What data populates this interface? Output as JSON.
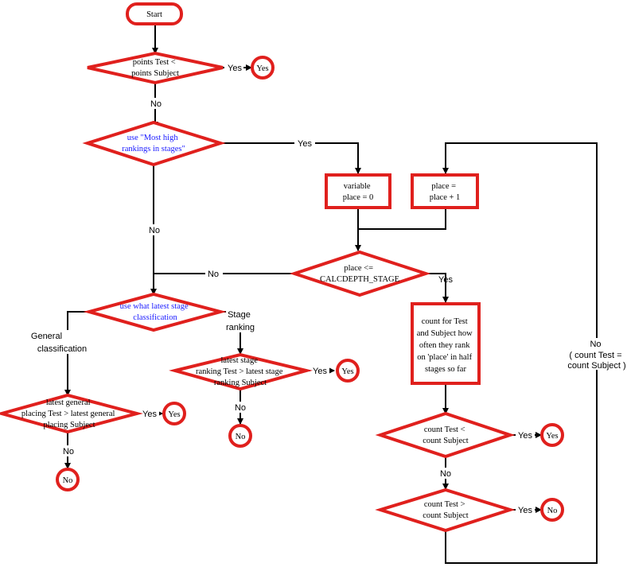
{
  "nodes": {
    "start": "Start",
    "d1_points": [
      "points Test <",
      "points Subject"
    ],
    "t1_yes": "Yes",
    "d2_most_high": [
      "use \"Most high",
      "rankings in stages\""
    ],
    "p_var_place": [
      "variable",
      "place = 0"
    ],
    "p_place_inc": [
      "place =",
      "place + 1"
    ],
    "d3_place_depth": [
      "place <=",
      "CALCDEPTH_STAGE"
    ],
    "p_count": [
      "count for Test",
      "and Subject how",
      "often they rank",
      "on 'place' in half",
      "stages so far"
    ],
    "d4_latest_stage": [
      "use what latest stage",
      "classification"
    ],
    "d5_general": [
      "latest general",
      "placing Test > latest general",
      "placing Subject"
    ],
    "t_gen_yes": "Yes",
    "t_gen_no": "No",
    "d6_stage": [
      "latest stage",
      "ranking Test > latest stage",
      "ranking Subject"
    ],
    "t_stage_yes": "Yes",
    "t_stage_no": "No",
    "d7_count_less": [
      "count Test <",
      "count Subject"
    ],
    "t_cl_yes": "Yes",
    "d8_count_greater": [
      "count Test >",
      "count Subject"
    ],
    "t_cg_no": "No"
  },
  "edge_labels": {
    "d1_yes": "Yes",
    "d1_no": "No",
    "d2_yes": "Yes",
    "d2_no": "No",
    "d3_no": "No",
    "d3_yes": "Yes",
    "d4_general": [
      "General",
      "classification"
    ],
    "d4_stage": [
      "Stage",
      "ranking"
    ],
    "d5_yes": "Yes",
    "d5_no": "No",
    "d6_yes": "Yes",
    "d6_no": "No",
    "d7_yes": "Yes",
    "d7_no": "No",
    "d8_yes": "Yes",
    "d8_no": [
      "No",
      "( count Test =",
      "count Subject )"
    ]
  },
  "colors": {
    "node_border": "#e0201d",
    "edge": "#000000",
    "highlight_text": "#1a1aff"
  }
}
